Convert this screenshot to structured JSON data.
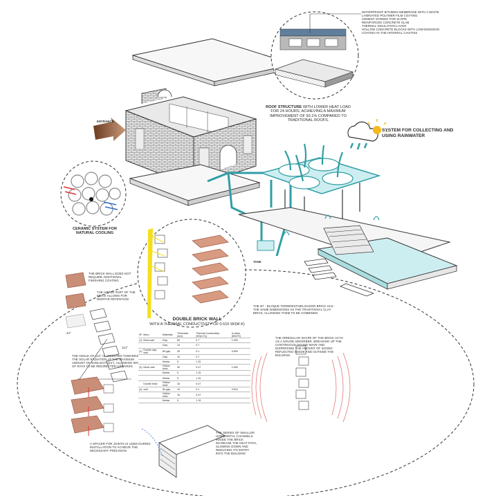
{
  "roof_layers": [
    "WATERPROOF BITUMEN MEMBRANE WITH A WHITE",
    "LAMINATED POLYMER FILM COATING",
    "CEMENT SCREED FOR SLOPE",
    "REINFORCED CONCRETE SLAB",
    "THERMAL INSULATION LAYER",
    "HOLLOW CONCRETE BLOCKS WITH LOW-EMISSION",
    "COATING IN THE INTERNAL CAVITIES"
  ],
  "roof_structure": {
    "lead": "ROOF STRUCTURE",
    "rest": " WITH LOWER HEAT LOAD FOR 24 HOURS, ACHIEVING A MAXIMUM IMPROVEMENT OF 93.1% COMPARED TO TRADITIONAL ROOFS."
  },
  "rain": "SYSTEM FOR COLLECTING AND USING RAINWATER",
  "entrance": "ENTRANCE",
  "tank": "TANK",
  "ceramic": "CERAMIC SYSTEM FOR NATURAL COOLING",
  "notes": {
    "no_plaster": "THE BRICK WALL DOES NOT REQUIRE ADDITIONAL FINISHING COATING",
    "upper_part": "THE UPPER PART OF THE BRICK ALLOWS FOR MORTAR RETENTION",
    "angle": "THE ANGLE OF 114° IS ORIENTED TOWARDS THE SOLAR RADIATION AT THE MAXIMUM AMOUNT OF SUNLIGHT (24°), ALLOWING 60% OF RAYS TO BE REDIRECTED UPWARDS",
    "spacer": "A SPACER FOR JOINTS IS USED DURING INSTALLATION TO ACHIEVE THE NECESSARY PRECISION",
    "b_module": "THE B7 - BLOQUE TERMOESTABILIZADOR BRICK HAS THE SAME DIMENSIONS AS THE TRADITIONAL CLAY BRICK, ALLOWING THEM TO BE COMBINED.",
    "irregular": "THE IRREGULAR SHAPE OF THE BRICK ACTS AS A SOUND ABSORBER. BREAKING UP THE CONTINUOUS SOUND WAVE AND DISPERSING THE AMOUNT OF SOUND REFLECTED INSIDE AND OUTSIDE THE BUILDING.",
    "channels": "THE SERIES OF SMALLER HORIZONTAL CHANNELS INSIDE THE BRICK INCREASE THE HEAT PATH, SLOWING DOWN AND REDUCING ITS ENTRY INTO THE BUILDING"
  },
  "angles": {
    "a24": "24°",
    "a114": "114°"
  },
  "double_wall": {
    "title": "DOUBLE BRICK WALL",
    "subtitle": "WITH A THERMAL CONDUCTIVITY OF 0.515 W/(M·K)"
  },
  "table": {
    "headers": [
      "Nº",
      "Muro",
      "Materiais",
      "Thickness (mm)",
      "Thermal Conductivity (W/(m·K))",
      "U-value (W/m²K)"
    ],
    "rows": [
      [
        "(1)",
        "Brick wall",
        "Clay",
        "60",
        "0.7",
        "1.095"
      ],
      [
        "",
        "",
        "Clay",
        "10",
        "0.7",
        ""
      ],
      [
        "(2)",
        "Double clay wall",
        "Air gap",
        "30",
        "0.1",
        "0.905"
      ],
      [
        "",
        "",
        "Clay",
        "10",
        "0.7",
        ""
      ],
      [
        "",
        "",
        "Mortar",
        "5",
        "1.15",
        ""
      ],
      [
        "(3)",
        "Block wall",
        "Hollow brick",
        "90",
        "0.47",
        "1.636"
      ],
      [
        "",
        "",
        "Mortar",
        "5",
        "1.15",
        ""
      ],
      [
        "",
        "",
        "Mortar",
        "5",
        "1.15",
        ""
      ],
      [
        "",
        "Double brick",
        "Hollow brick",
        "16",
        "0.47",
        ""
      ],
      [
        "(4)",
        "wall",
        "Air gap",
        "10",
        "0.1",
        "0.515"
      ],
      [
        "",
        "",
        "Hollow brick",
        "16",
        "0.47",
        ""
      ],
      [
        "",
        "",
        "Mortar",
        "5",
        "1.15",
        ""
      ]
    ]
  },
  "colors": {
    "teal": "#2f9ea5",
    "teal_light": "#cdeef0",
    "brick": "#c98e78",
    "brick_dark": "#9c5a45",
    "yellow": "#f5df1c",
    "line": "#3a3a3a"
  }
}
